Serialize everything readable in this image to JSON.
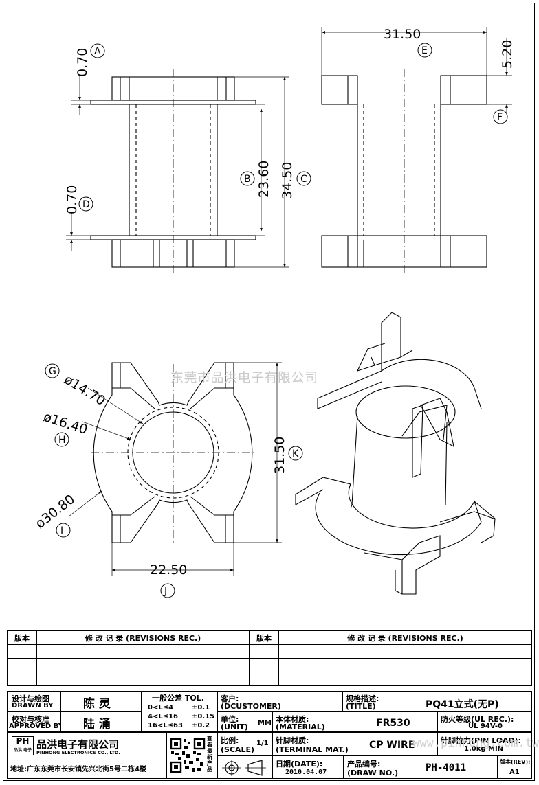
{
  "views": {
    "front": {
      "dims": [
        "0.70",
        "0.70",
        "23.60",
        "34.50"
      ],
      "labels": [
        "A",
        "B",
        "C",
        "D"
      ]
    },
    "side": {
      "dims": [
        "31.50",
        "5.20"
      ],
      "labels": [
        "E",
        "F"
      ]
    },
    "top": {
      "dims": [
        "ø14.70",
        "ø16.40",
        "31.50",
        "ø30.80",
        "22.50"
      ],
      "labels": [
        "G",
        "H",
        "K",
        "I",
        "J"
      ]
    }
  },
  "watermark": "东莞市品洪电子有限公司",
  "watermark_url": "www.pinhong.com.tw",
  "revisions": {
    "ver_header": "版本",
    "rec_header": "修 改 记 录 (REVISIONS REC.)",
    "ver_header2": "版本",
    "rec_header2": "修 改 记 录 (REVISIONS REC.)"
  },
  "title_block": {
    "drawn_by_label_cn": "设计与绘图",
    "drawn_by_label_en": "DRAWN BY",
    "drawn_by": "陈 灵",
    "approved_label_cn": "校对与核准",
    "approved_label_en": "APPROVED BY",
    "approved_by": "陆 涌",
    "tol_title": "一般公差 TOL.",
    "tol_rows": [
      {
        "range": "0<L≤4",
        "tol": "±0.1"
      },
      {
        "range": "4<L≤16",
        "tol": "±0.15"
      },
      {
        "range": "16<L≤63",
        "tol": "±0.2"
      }
    ],
    "customer_label_cn": "客户:",
    "customer_label_en": "(DCUSTOMER)",
    "title_label_cn": "规格描述:",
    "title_label_en": "(TITLE)",
    "title": "PQ41立式(无P)",
    "unit_label_cn": "单位:",
    "unit_label_en": "(UNIT)",
    "unit": "MM",
    "material_label_cn": "本体材质:",
    "material_label_en": "(MATERIAL)",
    "material": "FR530",
    "ul_label_cn": "防火等级(UL REC.):",
    "ul": "UL 94V-0",
    "scale_label_cn": "比例:",
    "scale_label_en": "(SCALE)",
    "scale": "1/1",
    "terminal_label_cn": "针脚材质:",
    "terminal_label_en": "(TERMINAL MAT.)",
    "terminal": "CP WIRE",
    "pin_load_label": "针脚拉力(PIN LOAD):",
    "pin_load": "1.0kg MIN",
    "date_label_cn": "日期(DATE):",
    "date": "2010.04.07",
    "draw_no_label_cn": "产品编号:",
    "draw_no_label_en": "(DRAW NO.)",
    "draw_no": "PH-4011",
    "rev_label": "版本(REV):",
    "rev": "A1",
    "company_logo": "PH",
    "company_logo_sub": "品洪 电子",
    "company_cn": "品洪电子有限公司",
    "company_en": "PINHONG ELECTRONICS CO., LTD.",
    "address": "地址:广东东莞市长安镇先兴北街5号二栋4楼",
    "qr_side": "查看最新产品"
  }
}
